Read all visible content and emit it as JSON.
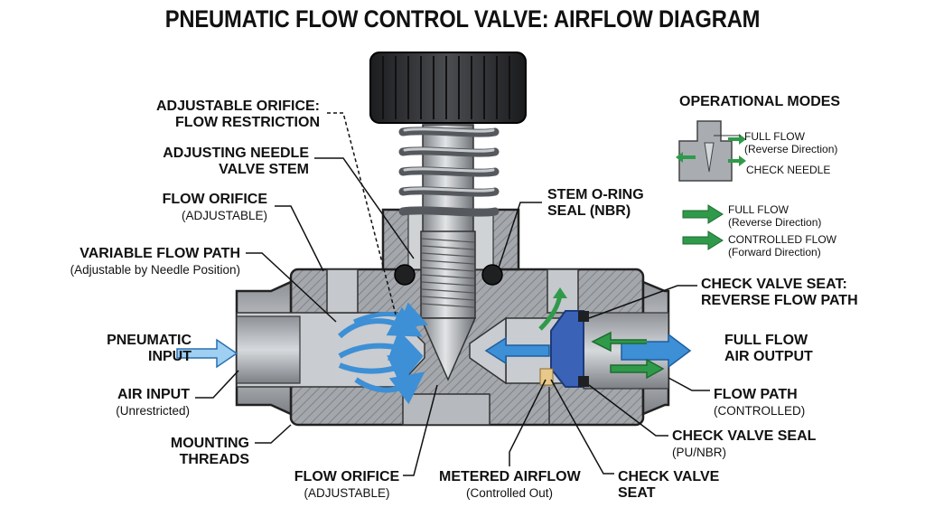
{
  "title": "PNEUMATIC FLOW CONTROL VALVE: AIRFLOW DIAGRAM",
  "labels": {
    "adjustable_orifice_1": "ADJUSTABLE ORIFICE:",
    "adjustable_orifice_2": "FLOW RESTRICTION",
    "needle_stem_1": "ADJUSTING NEEDLE",
    "needle_stem_2": "VALVE STEM",
    "flow_orifice_top_1": "FLOW ORIFICE",
    "flow_orifice_top_2": "(ADJUSTABLE)",
    "variable_flow_1": "VARIABLE FLOW PATH",
    "variable_flow_2": "(Adjustable by Needle Position)",
    "pneumatic_input_1": "PNEUMATIC",
    "pneumatic_input_2": "INPUT",
    "air_input_1": "AIR INPUT",
    "air_input_2": "(Unrestricted)",
    "mounting_threads_1": "MOUNTING",
    "mounting_threads_2": "THREADS",
    "flow_orifice_bottom_1": "FLOW ORIFICE",
    "flow_orifice_bottom_2": "(ADJUSTABLE)",
    "metered_airflow_1": "METERED AIRFLOW",
    "metered_airflow_2": "(Controlled Out)",
    "check_valve_seat_bottom_1": "CHECK VALVE",
    "check_valve_seat_bottom_2": "SEAT",
    "stem_oring_1": "STEM O-RING",
    "stem_oring_2": "SEAL (NBR)",
    "check_valve_seat_top_1": "CHECK VALVE SEAT:",
    "check_valve_seat_top_2": "REVERSE FLOW PATH",
    "full_flow_output_1": "FULL FLOW",
    "full_flow_output_2": "AIR OUTPUT",
    "flow_path_1": "FLOW PATH",
    "flow_path_2": "(CONTROLLED)",
    "check_valve_seal_1": "CHECK VALVE SEAL",
    "check_valve_seal_2": "(PU/NBR)"
  },
  "operational_modes": {
    "heading": "OPERATIONAL MODES",
    "icon_full_flow": "FULL FLOW",
    "icon_full_flow_sub": "(Reverse Direction)",
    "icon_check_needle": "CHECK NEEDLE",
    "legend_full_flow": "FULL FLOW",
    "legend_full_flow_sub": "(Reverse Direction)",
    "legend_controlled": "CONTROLLED FLOW",
    "legend_controlled_sub": "(Forward Direction)"
  },
  "colors": {
    "body_gray": "#9fa3a8",
    "body_dark": "#6d7176",
    "flow_blue": "#3d8fd6",
    "flow_light_blue": "#9fd0f2",
    "flow_green": "#2f9a4a",
    "knob_black": "#2a2b2d",
    "seat_blue": "#3a63b8"
  }
}
